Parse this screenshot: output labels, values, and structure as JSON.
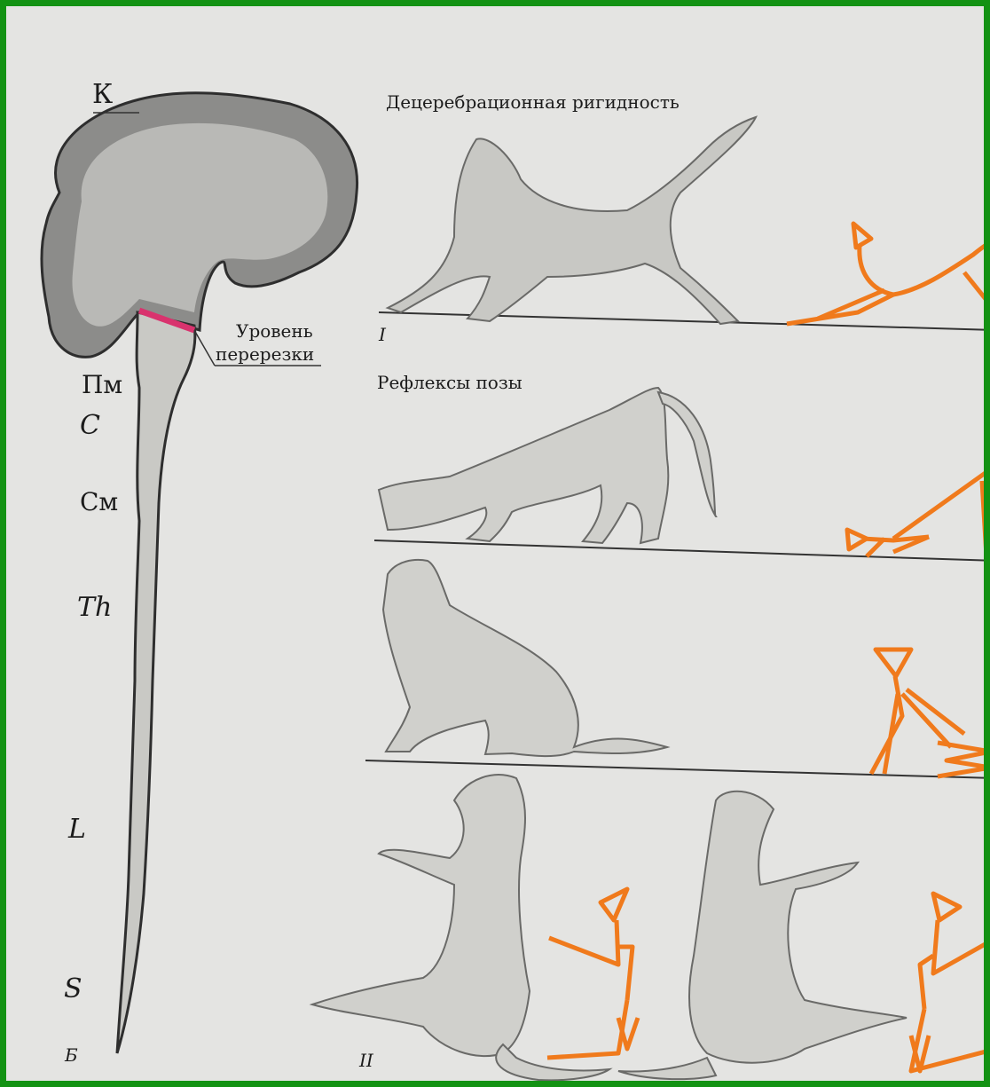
{
  "brain_labels": {
    "cortex": "К",
    "medulla": "Пм",
    "cervical": "C",
    "cerebellum": "См",
    "thoracic": "Th",
    "lumbar": "L",
    "sacral": "S",
    "panel": "Б"
  },
  "cut_label": {
    "line1": "Уровень",
    "line2": "перерезки"
  },
  "sections": {
    "rigidity_title": "Децеребрационная ригидность",
    "rigidity_numeral": "I",
    "posture_title": "Рефлексы позы",
    "posture_numeral": "II"
  },
  "colors": {
    "background": "#e4e4e2",
    "frame": "#139213",
    "brain_outer": "#8c8c8a",
    "brain_inner": "#b9b9b6",
    "spinal_cord": "#c9c9c5",
    "cut_line": "#d9336e",
    "stick_figure": "#f07a1c"
  }
}
